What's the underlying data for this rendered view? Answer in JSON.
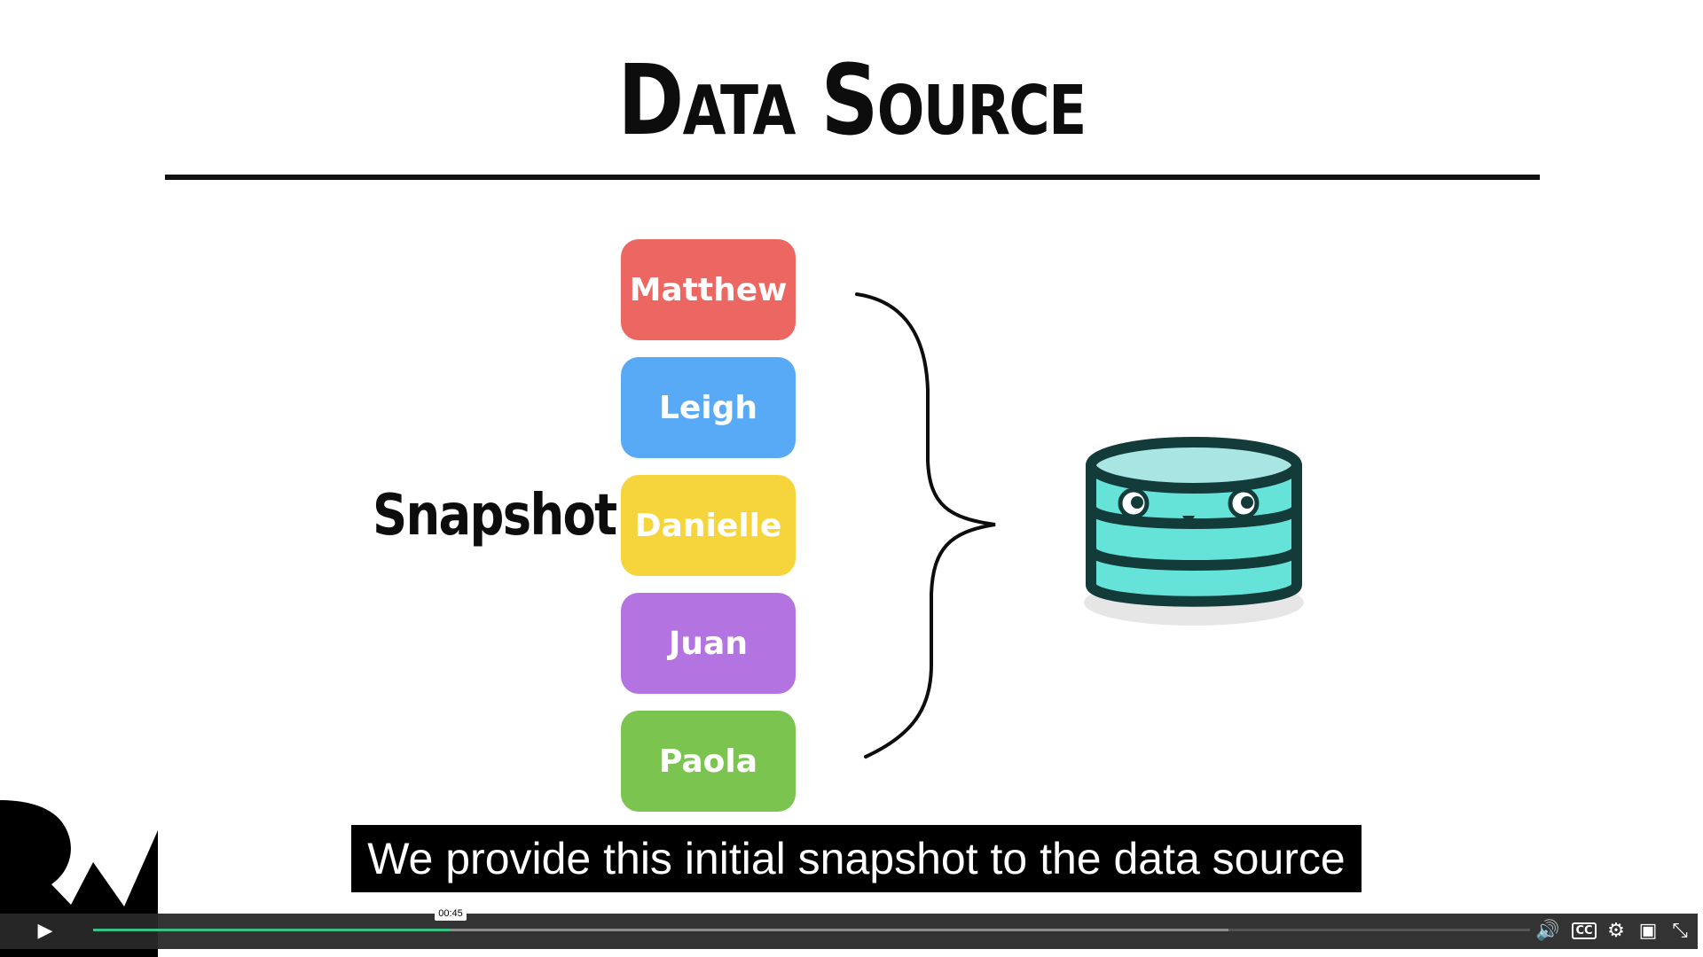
{
  "slide": {
    "title": "Data Source",
    "side_label": "Snapshot",
    "items": [
      {
        "label": "Matthew",
        "color": "#ec6662"
      },
      {
        "label": "Leigh",
        "color": "#59aaf6"
      },
      {
        "label": "Danielle",
        "color": "#f6d53c"
      },
      {
        "label": "Juan",
        "color": "#b374e2"
      },
      {
        "label": "Paola",
        "color": "#7bc44f"
      }
    ],
    "icons": [
      "curly-brace",
      "database-mascot-icon"
    ]
  },
  "caption": {
    "text": "We provide this initial snapshot to the data source"
  },
  "player": {
    "time_tooltip": "00:45",
    "progress_played": 0.248,
    "progress_buffered": 0.79,
    "accent_color": "#38c187",
    "icons": [
      "play-icon",
      "volume-icon",
      "cc-icon",
      "settings-icon",
      "pip-icon",
      "exit-fullscreen-icon"
    ]
  }
}
